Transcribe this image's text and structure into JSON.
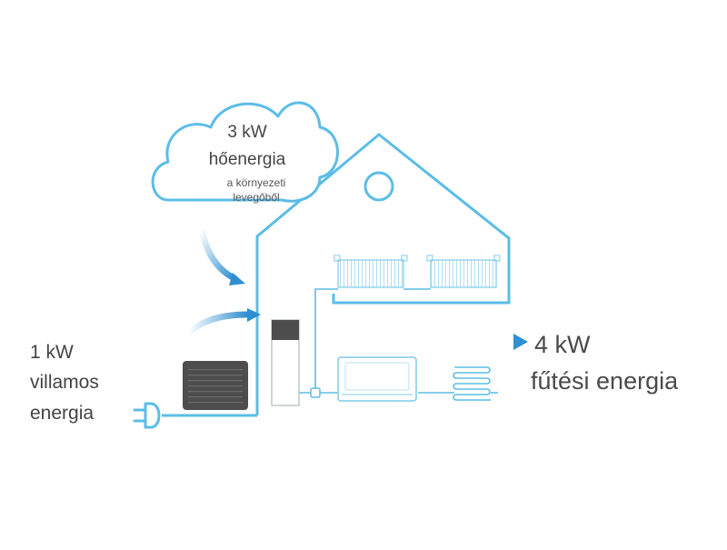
{
  "cloud": {
    "power": "3 kW",
    "title": "hőenergia",
    "subtitle_line1": "a környezeti",
    "subtitle_line2": "levegőből"
  },
  "input": {
    "line1": "1 kW",
    "line2": "villamos",
    "line3": "energia"
  },
  "output": {
    "line1": "4 kW",
    "line2": "fűtési energia"
  },
  "colors": {
    "line": "#5bbde6",
    "arrow": "#2f8fd0",
    "unit": "#4d4d4d",
    "text": "#4a4a4a"
  }
}
